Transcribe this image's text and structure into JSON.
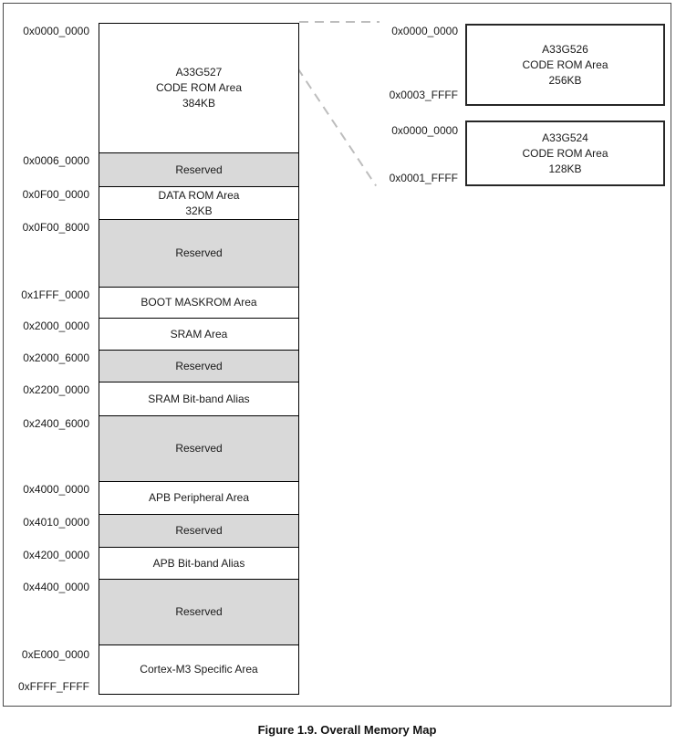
{
  "figure": {
    "caption": "Figure 1.9. Overall Memory Map"
  },
  "colors": {
    "reserved_fill": "#d9d9d9",
    "block_fill": "#ffffff",
    "block_border": "#000000",
    "dashed_line": "#bdbdbd"
  },
  "main_map": {
    "rows": [
      {
        "address": "0x0000_0000",
        "title": "A33G527",
        "subtitle": "CODE ROM Area",
        "size": "384KB",
        "reserved": false
      },
      {
        "address": "0x0006_0000",
        "title": "Reserved",
        "reserved": true
      },
      {
        "address": "0x0F00_0000",
        "title": "DATA ROM Area",
        "size": "32KB",
        "reserved": false
      },
      {
        "address": "0x0F00_8000",
        "title": "Reserved",
        "reserved": true
      },
      {
        "address": "0x1FFF_0000",
        "title": "BOOT MASKROM Area",
        "reserved": false
      },
      {
        "address": "0x2000_0000",
        "title": "SRAM Area",
        "reserved": false
      },
      {
        "address": "0x2000_6000",
        "title": "Reserved",
        "reserved": true
      },
      {
        "address": "0x2200_0000",
        "title": "SRAM Bit-band Alias",
        "reserved": false
      },
      {
        "address": "0x2400_6000",
        "title": "Reserved",
        "reserved": true
      },
      {
        "address": "0x4000_0000",
        "title": "APB Peripheral Area",
        "reserved": false
      },
      {
        "address": "0x4010_0000",
        "title": "Reserved",
        "reserved": true
      },
      {
        "address": "0x4200_0000",
        "title": "APB Bit-band Alias",
        "reserved": false
      },
      {
        "address": "0x4400_0000",
        "title": "Reserved",
        "reserved": true
      },
      {
        "address": "0xE000_0000",
        "title": "Cortex-M3 Specific Area",
        "reserved": false
      }
    ],
    "end_address": "0xFFFF_FFFF"
  },
  "detail_boxes": [
    {
      "start_address": "0x0000_0000",
      "end_address": "0x0003_FFFF",
      "title": "A33G526",
      "subtitle": "CODE ROM Area",
      "size": "256KB"
    },
    {
      "start_address": "0x0000_0000",
      "end_address": "0x0001_FFFF",
      "title": "A33G524",
      "subtitle": "CODE ROM Area",
      "size": "128KB"
    }
  ]
}
